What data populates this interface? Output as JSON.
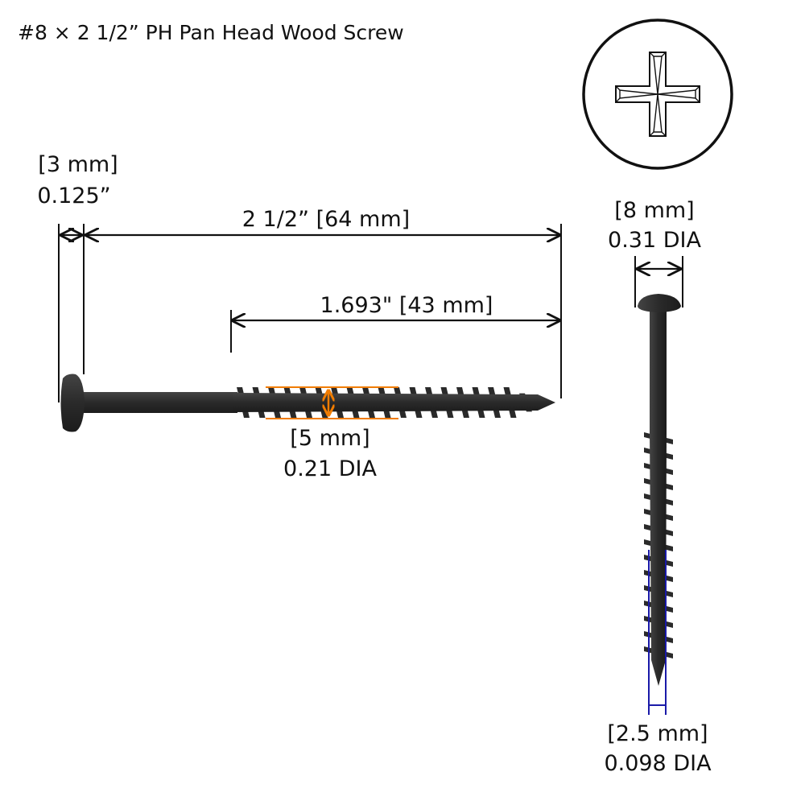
{
  "title": "#8 × 2 1/2” PH Pan Head Wood Screw",
  "dimensions": {
    "head_height": {
      "mm": "[3 mm]",
      "inch": "0.125”"
    },
    "overall_length": "2 1/2” [64 mm]",
    "thread_length": "1.693\" [43 mm]",
    "thread_diameter": {
      "mm": "[5 mm]",
      "inch": "0.21 DIA"
    },
    "head_diameter": {
      "mm": "[8 mm]",
      "inch": "0.31 DIA"
    },
    "root_diameter": {
      "mm": "[2.5 mm]",
      "inch": "0.098 DIA"
    }
  },
  "colors": {
    "screw": "#2b2b2b",
    "thread_dim": "#f07c00",
    "root_dim": "#1a1aa8",
    "line": "#111111"
  },
  "icons": {
    "drive": "phillips-drive-icon"
  }
}
